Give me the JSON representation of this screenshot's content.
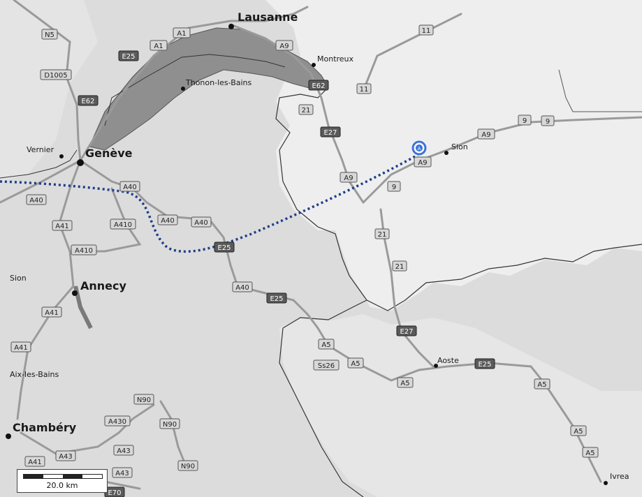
{
  "map": {
    "cities_major": [
      {
        "name": "Lausanne",
        "id": "lausanne"
      },
      {
        "name": "Genève",
        "id": "geneve"
      },
      {
        "name": "Annecy",
        "id": "annecy"
      },
      {
        "name": "Chambéry",
        "id": "chambery"
      }
    ],
    "cities_minor": [
      {
        "name": "Montreux",
        "id": "montreux"
      },
      {
        "name": "Thonon-les-Bains",
        "id": "thonon"
      },
      {
        "name": "Vernier",
        "id": "vernier"
      },
      {
        "name": "Sion",
        "id": "sion"
      },
      {
        "name": "Sion",
        "id": "sion-offscreen"
      },
      {
        "name": "Aix-les-Bains",
        "id": "aix"
      },
      {
        "name": "Aoste",
        "id": "aoste"
      },
      {
        "name": "Ivrea",
        "id": "ivrea"
      }
    ],
    "road_shields": [
      "N5",
      "A1",
      "A1",
      "E25",
      "D1005",
      "E62",
      "A9",
      "11",
      "E62",
      "11",
      "21",
      "E27",
      "A9",
      "9",
      "9",
      "A9",
      "A9",
      "9",
      "A40",
      "A40",
      "A41",
      "A410",
      "A40",
      "A40",
      "E25",
      "21",
      "21",
      "A410",
      "A40",
      "E25",
      "A41",
      "A41",
      "E27",
      "A5",
      "A5",
      "Ss26",
      "A5",
      "E25",
      "A5",
      "N90",
      "A430",
      "N90",
      "A43",
      "A43",
      "A43",
      "N90",
      "A41",
      "E70",
      "A5",
      "A5"
    ],
    "scale_label": "20.0 km",
    "marker_label": "A",
    "colors": {
      "background": "#dcdcdc",
      "lake": "#8f8f8f",
      "water_outline": "#555555",
      "route": "#1f3e8a",
      "marker": "#3b72d9",
      "road": "#9a9a9a",
      "border": "#333333",
      "shield_light_fill": "#d8d8d8",
      "shield_dark_fill": "#5a5a5a"
    }
  }
}
